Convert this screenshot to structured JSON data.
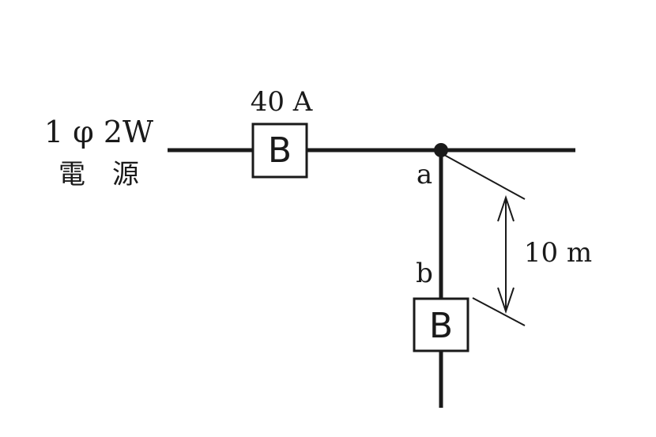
{
  "source": {
    "line1": "1 φ 2W",
    "line2": "電　源"
  },
  "main_breaker": {
    "rating": "40 A",
    "symbol": "B"
  },
  "branch_breaker": {
    "symbol": "B"
  },
  "points": {
    "a": "a",
    "b": "b"
  },
  "dimension": {
    "length": "10 m"
  },
  "colors": {
    "ink": "#1a1a1a",
    "background": "#ffffff"
  }
}
